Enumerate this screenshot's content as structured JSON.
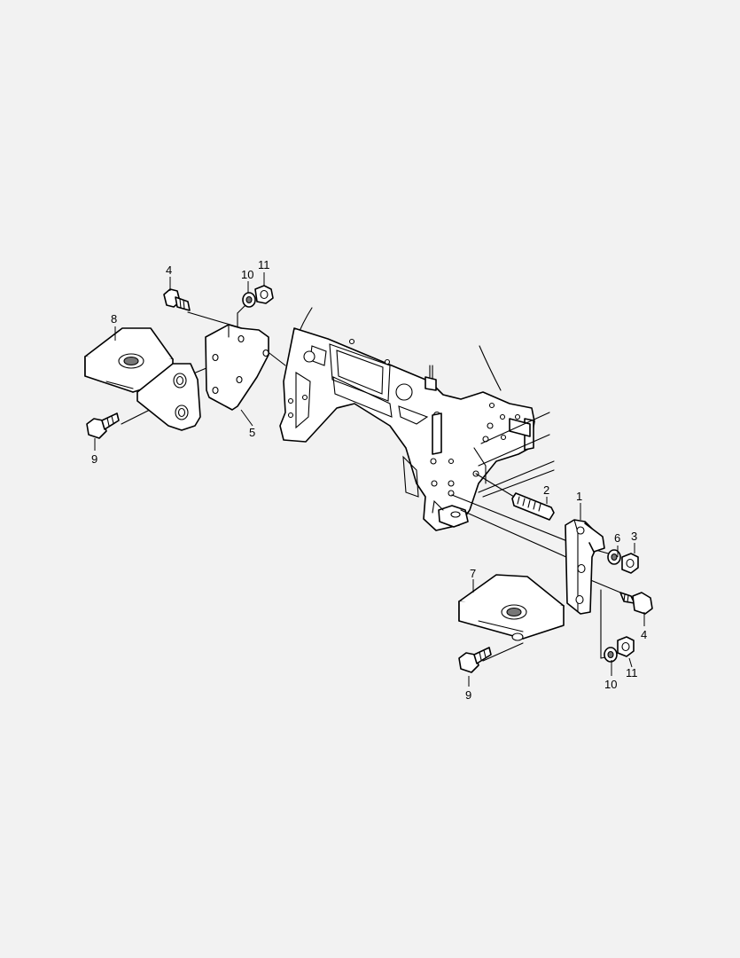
{
  "callouts": {
    "c1": "1",
    "c2": "2",
    "c3": "3",
    "c4_left": "4",
    "c4_right": "4",
    "c5": "5",
    "c6": "6",
    "c7": "7",
    "c8": "8",
    "c9_left": "9",
    "c9_right": "9",
    "c10_top": "10",
    "c10_bottom": "10",
    "c11_top": "11",
    "c11_bottom": "11"
  }
}
